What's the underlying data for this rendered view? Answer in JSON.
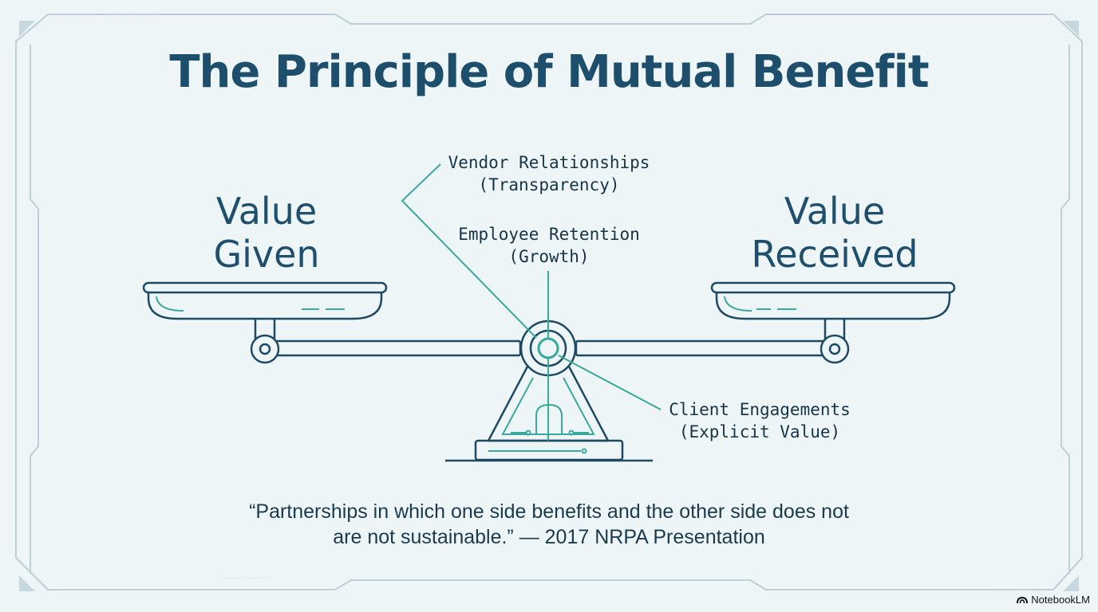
{
  "title": "The Principle of Mutual Benefit",
  "left_pan": {
    "line1": "Value",
    "line2": "Given"
  },
  "right_pan": {
    "line1": "Value",
    "line2": "Received"
  },
  "callouts": [
    {
      "line1": "Vendor Relationships",
      "line2": "(Transparency)"
    },
    {
      "line1": "Employee Retention",
      "line2": "(Growth)"
    },
    {
      "line1": "Client Engagements",
      "line2": "(Explicit Value)"
    }
  ],
  "quote": {
    "line1": "“Partnerships in which one side benefits and the other side does not",
    "line2": "are not sustainable.” — 2017 NRPA Presentation"
  },
  "brand": "NotebookLM",
  "colors": {
    "background": "#eef5f7",
    "title": "#1d4e6b",
    "outline": "#1e4a63",
    "accent": "#3aa89a",
    "frame": "#b8ccd3"
  },
  "icons": [
    "notebooklm-logo-icon"
  ]
}
